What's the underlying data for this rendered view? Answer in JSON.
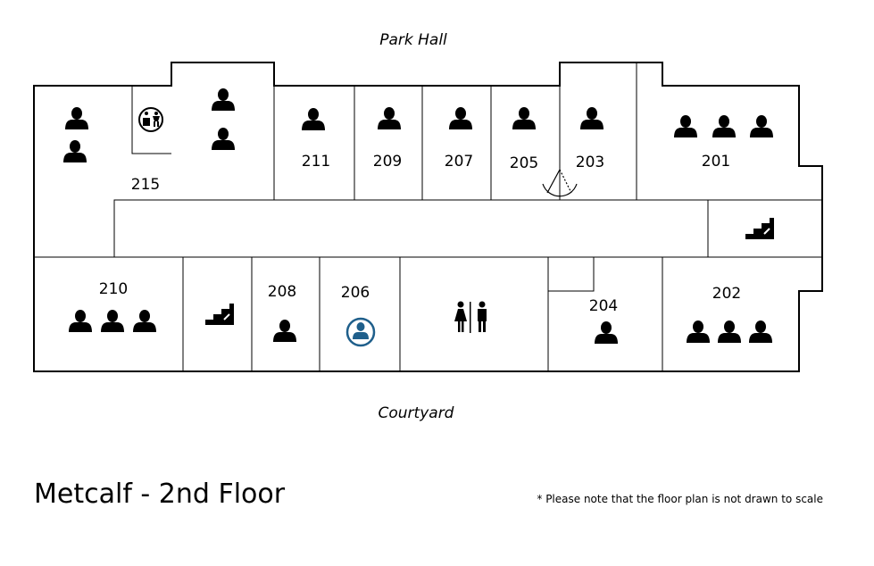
{
  "north_label": "Park Hall",
  "south_label": "Courtyard",
  "floor_title": "Metcalf - 2nd Floor",
  "scale_note": "* Please note that the floor plan is not drawn to scale",
  "highlight_color": "#1f5f8b",
  "rooms": [
    {
      "number": "215",
      "occupants": 4
    },
    {
      "number": "211",
      "occupants": 1
    },
    {
      "number": "209",
      "occupants": 1
    },
    {
      "number": "207",
      "occupants": 1
    },
    {
      "number": "205",
      "occupants": 1
    },
    {
      "number": "203",
      "occupants": 1
    },
    {
      "number": "201",
      "occupants": 3
    },
    {
      "number": "210",
      "occupants": 3
    },
    {
      "number": "208",
      "occupants": 1
    },
    {
      "number": "206",
      "occupants": 1,
      "highlighted": true
    },
    {
      "number": "204",
      "occupants": 1
    },
    {
      "number": "202",
      "occupants": 3
    }
  ],
  "icons": [
    "person-icon",
    "restroom-icon",
    "unisex-restroom-icon",
    "stairs-icon",
    "door-swing-icon",
    "highlighted-person-icon"
  ]
}
